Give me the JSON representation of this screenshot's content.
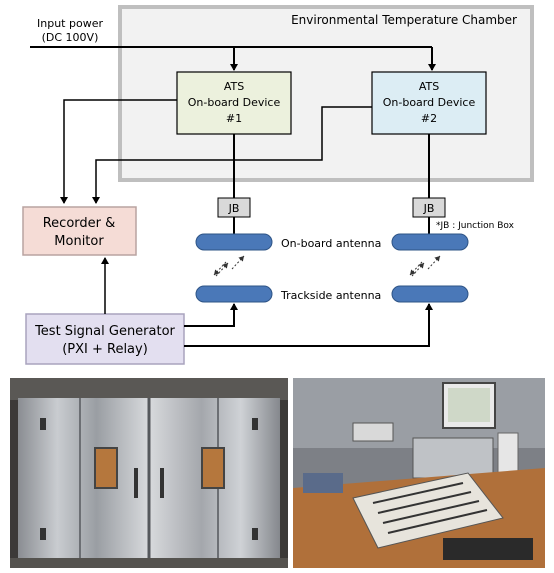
{
  "input_power": {
    "line1": "Input power",
    "line2": "(DC 100V)"
  },
  "chamber": {
    "title": "Environmental Temperature Chamber"
  },
  "device1": {
    "line1": "ATS",
    "line2": "On-board Device",
    "line3": "#1"
  },
  "device2": {
    "line1": "ATS",
    "line2": "On-board Device",
    "line3": "#2"
  },
  "jb": {
    "label": "JB",
    "note": "*JB : Junction Box"
  },
  "antennas": {
    "onboard": "On-board antenna",
    "trackside": "Trackside antenna"
  },
  "recorder": {
    "line1": "Recorder &",
    "line2": "Monitor"
  },
  "generator": {
    "line1": "Test Signal Generator",
    "line2": "(PXI + Relay)"
  },
  "colors": {
    "device1_fill": "#ecf1dd",
    "device2_fill": "#dcedf4",
    "recorder_fill": "#f5dcd6",
    "generator_fill": "#e3dff0",
    "antenna_fill": "#4a78b8",
    "chamber_fill": "#f2f2f2",
    "chamber_border": "#bfbfbf"
  },
  "photos": {
    "left": "environmental-chamber-photo",
    "right": "test-equipment-photo"
  }
}
